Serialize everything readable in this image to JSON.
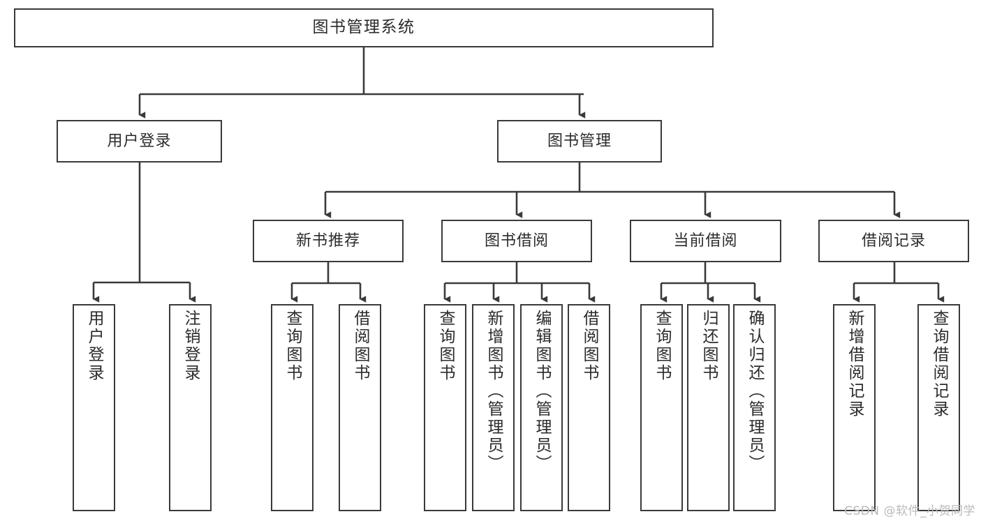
{
  "diagram": {
    "title": "图书管理系统",
    "type": "tree-hierarchy-diagram",
    "colors": {
      "box_border": "#3a3a3a",
      "box_fill": "#ffffff",
      "line": "#3a3a3a",
      "text": "#2b2b2b",
      "watermark": "#b9b9b9",
      "background": "#ffffff"
    }
  },
  "root": {
    "label": "图书管理系统"
  },
  "level1": [
    {
      "label": "用户登录"
    },
    {
      "label": "图书管理"
    }
  ],
  "level2": [
    {
      "label": "新书推荐"
    },
    {
      "label": "图书借阅"
    },
    {
      "label": "当前借阅"
    },
    {
      "label": "借阅记录"
    }
  ],
  "leaves": {
    "user_login": [
      {
        "label": "用户登录"
      },
      {
        "label": "注销登录"
      }
    ],
    "new_book_recommend": [
      {
        "label": "查询图书"
      },
      {
        "label": "借阅图书"
      }
    ],
    "book_borrow": [
      {
        "label": "查询图书"
      },
      {
        "label": "新增图书（管理员）"
      },
      {
        "label": "编辑图书（管理员）"
      },
      {
        "label": "借阅图书"
      }
    ],
    "current_borrow": [
      {
        "label": "查询图书"
      },
      {
        "label": "归还图书"
      },
      {
        "label": "确认归还（管理员）"
      }
    ],
    "borrow_record": [
      {
        "label": "新增借阅记录"
      },
      {
        "label": "查询借阅记录"
      }
    ]
  },
  "watermark": {
    "text": "CSDN @软件_小贺同学"
  }
}
